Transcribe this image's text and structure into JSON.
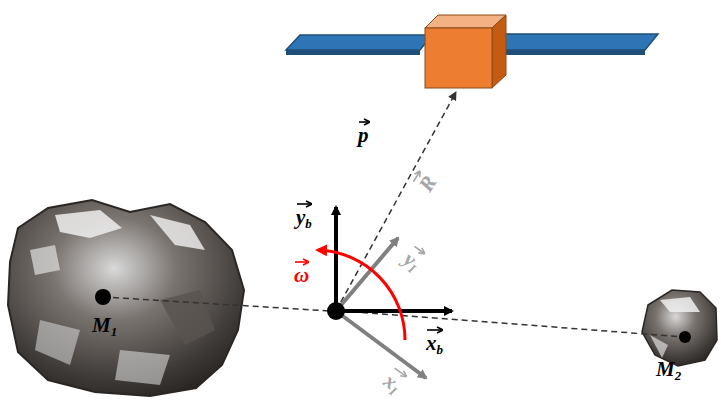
{
  "diagram": {
    "labels": [
      "p",
      "R",
      "yb",
      "yI",
      "ω",
      "xb",
      "xI",
      "M1",
      "M2"
    ]
  }
}
